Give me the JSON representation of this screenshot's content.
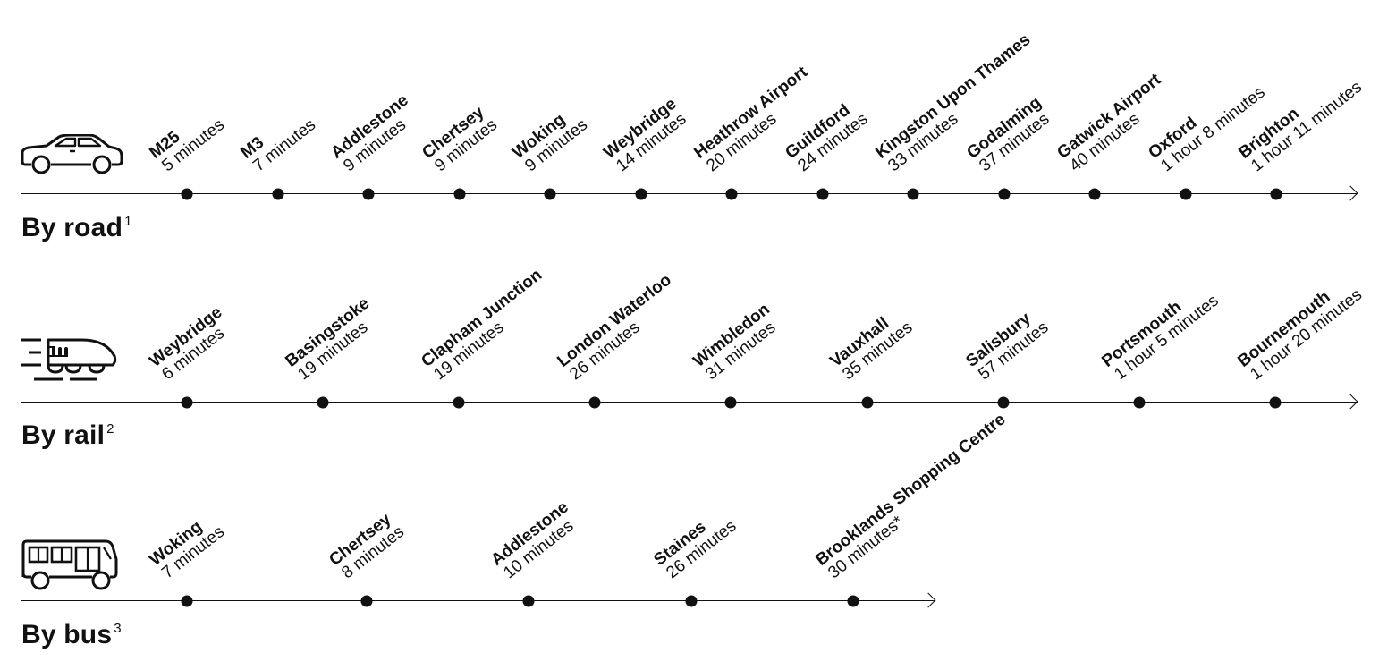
{
  "modes": [
    {
      "id": "road",
      "title": "By road",
      "footnote": "1",
      "icon": "car-icon",
      "stops": [
        {
          "name": "M25",
          "time": "5 minutes"
        },
        {
          "name": "M3",
          "time": "7 minutes"
        },
        {
          "name": "Addlestone",
          "time": "9 minutes"
        },
        {
          "name": "Chertsey",
          "time": "9 minutes"
        },
        {
          "name": "Woking",
          "time": "9 minutes"
        },
        {
          "name": "Weybridge",
          "time": "14 minutes"
        },
        {
          "name": "Heathrow Airport",
          "time": "20 minutes"
        },
        {
          "name": "Guildford",
          "time": "24 minutes"
        },
        {
          "name": "Kingston Upon Thames",
          "time": "33 minutes"
        },
        {
          "name": "Godalming",
          "time": "37 minutes"
        },
        {
          "name": "Gatwick Airport",
          "time": "40 minutes"
        },
        {
          "name": "Oxford",
          "time": "1 hour 8 minutes"
        },
        {
          "name": "Brighton",
          "time": "1 hour 11 minutes"
        }
      ]
    },
    {
      "id": "rail",
      "title": "By rail",
      "footnote": "2",
      "icon": "train-icon",
      "stops": [
        {
          "name": "Weybridge",
          "time": "6 minutes"
        },
        {
          "name": "Basingstoke",
          "time": "19 minutes"
        },
        {
          "name": "Clapham Junction",
          "time": "19 minutes"
        },
        {
          "name": "London Waterloo",
          "time": "26 minutes"
        },
        {
          "name": "Wimbledon",
          "time": "31 minutes"
        },
        {
          "name": "Vauxhall",
          "time": "35 minutes"
        },
        {
          "name": "Salisbury",
          "time": "57 minutes"
        },
        {
          "name": "Portsmouth",
          "time": "1 hour 5 minutes"
        },
        {
          "name": "Bournemouth",
          "time": "1 hour 20 minutes"
        }
      ]
    },
    {
      "id": "bus",
      "title": "By bus",
      "footnote": "3",
      "icon": "bus-icon",
      "stops": [
        {
          "name": "Woking",
          "time": "7 minutes"
        },
        {
          "name": "Chertsey",
          "time": "8 minutes"
        },
        {
          "name": "Addlestone",
          "time": "10 minutes"
        },
        {
          "name": "Staines",
          "time": "26 minutes"
        },
        {
          "name": "Brooklands Shopping Centre",
          "time": "30 minutes*"
        }
      ]
    }
  ]
}
